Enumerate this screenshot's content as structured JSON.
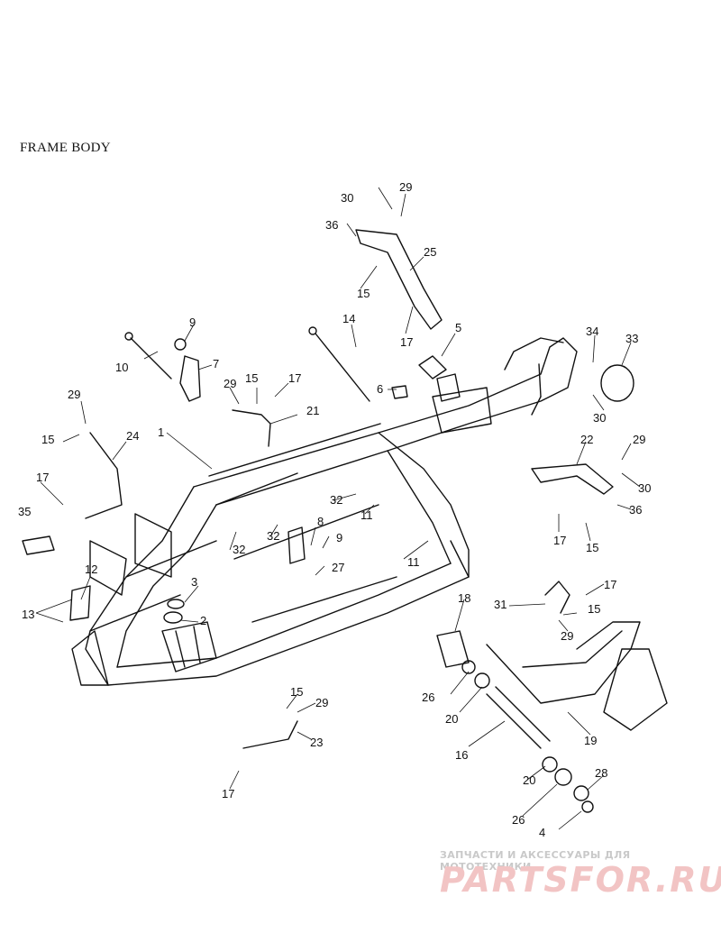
{
  "title": "FRAME BODY",
  "labels": [
    "1",
    "2",
    "3",
    "4",
    "5",
    "6",
    "7",
    "8",
    "9",
    "9",
    "10",
    "11",
    "11",
    "12",
    "13",
    "14",
    "15",
    "15",
    "15",
    "15",
    "15",
    "15",
    "16",
    "17",
    "17",
    "17",
    "17",
    "17",
    "17",
    "18",
    "19",
    "20",
    "20",
    "21",
    "22",
    "23",
    "24",
    "25",
    "26",
    "26",
    "27",
    "28",
    "29",
    "29",
    "29",
    "29",
    "29",
    "29",
    "30",
    "30",
    "30",
    "31",
    "32",
    "32",
    "32",
    "33",
    "34",
    "35",
    "36",
    "36"
  ],
  "watermark": {
    "caption": "ЗАПЧАСТИ И АКСЕССУАРЫ ДЛЯ МОТОТЕХНИКИ",
    "logo": "PARTSFOR.RU"
  }
}
